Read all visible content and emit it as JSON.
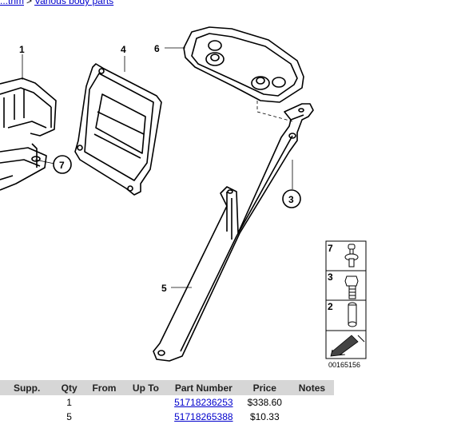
{
  "breadcrumb": {
    "prev_fragment": "...trim",
    "separator": ">",
    "current": "Various body parts"
  },
  "diagram": {
    "callouts": {
      "c1": "1",
      "c4": "4",
      "c6": "6",
      "c7": "7",
      "c3": "3",
      "c5": "5"
    },
    "legend": {
      "row7": "7",
      "row3": "3",
      "row2": "2"
    },
    "diagram_id": "00165156"
  },
  "table": {
    "headers": {
      "supp": "Supp.",
      "qty": "Qty",
      "from": "From",
      "upto": "Up To",
      "part": "Part Number",
      "price": "Price",
      "notes": "Notes"
    },
    "rows": [
      {
        "supp": "",
        "qty": "1",
        "from": "",
        "upto": "",
        "part": "51718236253",
        "price": "$338.60",
        "notes": ""
      },
      {
        "supp": "",
        "qty": "5",
        "from": "",
        "upto": "",
        "part": "51718265388",
        "price": "$10.33",
        "notes": ""
      }
    ]
  }
}
